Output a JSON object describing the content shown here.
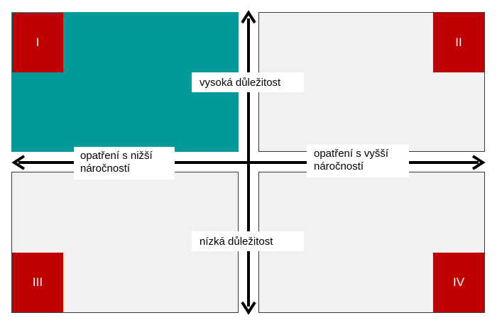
{
  "quadrants": [
    {
      "id": "I",
      "label": "I",
      "highlighted": true
    },
    {
      "id": "II",
      "label": "II",
      "highlighted": false
    },
    {
      "id": "III",
      "label": "III",
      "highlighted": false
    },
    {
      "id": "IV",
      "label": "IV",
      "highlighted": false
    }
  ],
  "axes": {
    "top": "vysoká důležitost",
    "bottom": "nízká důležitost",
    "left": "opatření s nižší náročností",
    "right": "opatření s vyšší náročností"
  },
  "colors": {
    "highlight": "#00999a",
    "badge": "#c00000",
    "quadrant_fill": "#f1f0f3",
    "axis": "#000000"
  }
}
